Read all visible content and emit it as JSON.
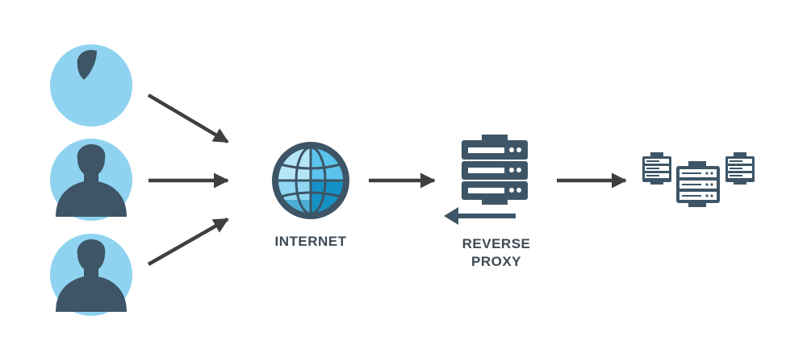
{
  "labels": {
    "internet": "INTERNET",
    "reverse_proxy_line1": "REVERSE",
    "reverse_proxy_line2": "PROXY"
  },
  "icons": {
    "clients": [
      "user-icon",
      "user-icon",
      "user-icon"
    ],
    "internet": "globe-icon",
    "proxy": "server-icon",
    "backends": [
      "server-icon",
      "server-icon",
      "server-icon"
    ]
  },
  "colors": {
    "dark": "#3d5566",
    "arrow": "#3f3f3f",
    "avatar_bg": "#8fd3f1",
    "globe_light": "#b5e6f8",
    "globe_mid": "#5cc4ec",
    "globe_dark": "#1492c7",
    "label": "#3d4a55"
  }
}
